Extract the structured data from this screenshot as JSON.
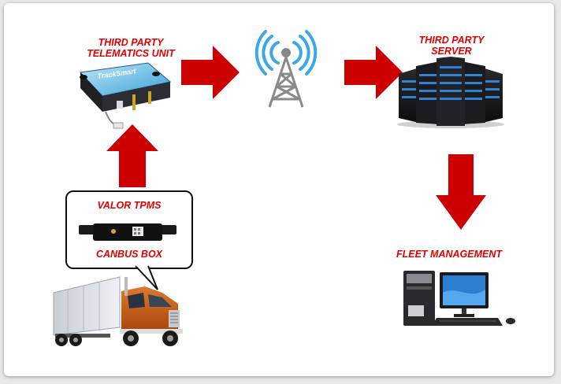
{
  "labels": {
    "telematics_line1": "THIRD PARTY",
    "telematics_line2": "TELEMATICS UNIT",
    "server_line1": "THIRD PARTY",
    "server_line2": "SERVER",
    "fleet": "FLEET MANAGEMENT",
    "valor": "VALOR TPMS",
    "canbus": "CANBUS BOX",
    "device_brand": "TrackSmart"
  },
  "colors": {
    "accent": "#e00000",
    "arrow": "#cc0000",
    "antenna_wave": "#3aa7e8",
    "server_glow": "#2f8fe6"
  },
  "icons": [
    "telematics-unit-icon",
    "cell-tower-icon",
    "server-rack-icon",
    "desktop-computer-icon",
    "canbus-box-icon",
    "semi-truck-icon"
  ]
}
